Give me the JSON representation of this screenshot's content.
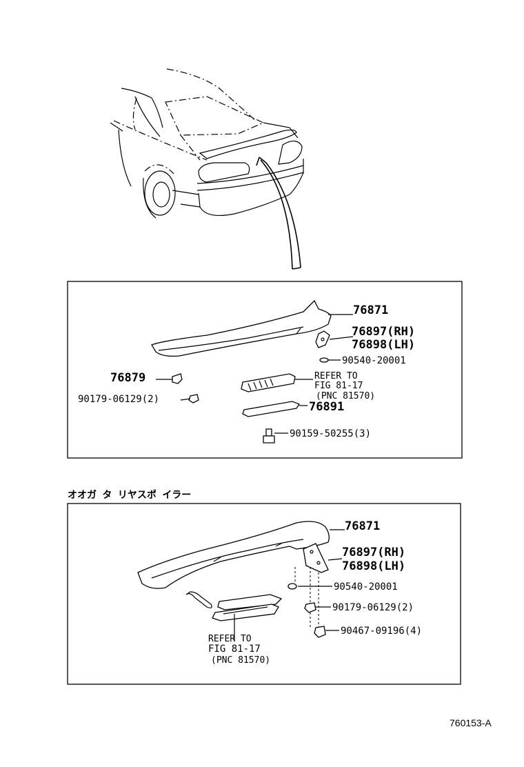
{
  "section_a": {
    "parts": {
      "spoiler": "76871",
      "bracket_rh": "76897(RH)",
      "bracket_lh": "76898(LH)",
      "washer": "90540-20001",
      "cushion": "76879",
      "nut": "90179-06129(2)",
      "lamp_cover": "76891",
      "bolt": "90159-50255(3)"
    },
    "refer": {
      "line1": "REFER TO",
      "line2": "FIG 81-17",
      "line3": "(PNC 81570)"
    }
  },
  "section_b": {
    "title": "オオガ タ リヤスポ イラー",
    "parts": {
      "spoiler": "76871",
      "bracket_rh": "76897(RH)",
      "bracket_lh": "76898(LH)",
      "washer": "90540-20001",
      "nut": "90179-06129(2)",
      "clip": "90467-09196(4)"
    },
    "refer": {
      "line1": "REFER TO",
      "line2": "FIG 81-17",
      "line3": "(PNC 81570)"
    }
  },
  "figure_code": "760153-A"
}
